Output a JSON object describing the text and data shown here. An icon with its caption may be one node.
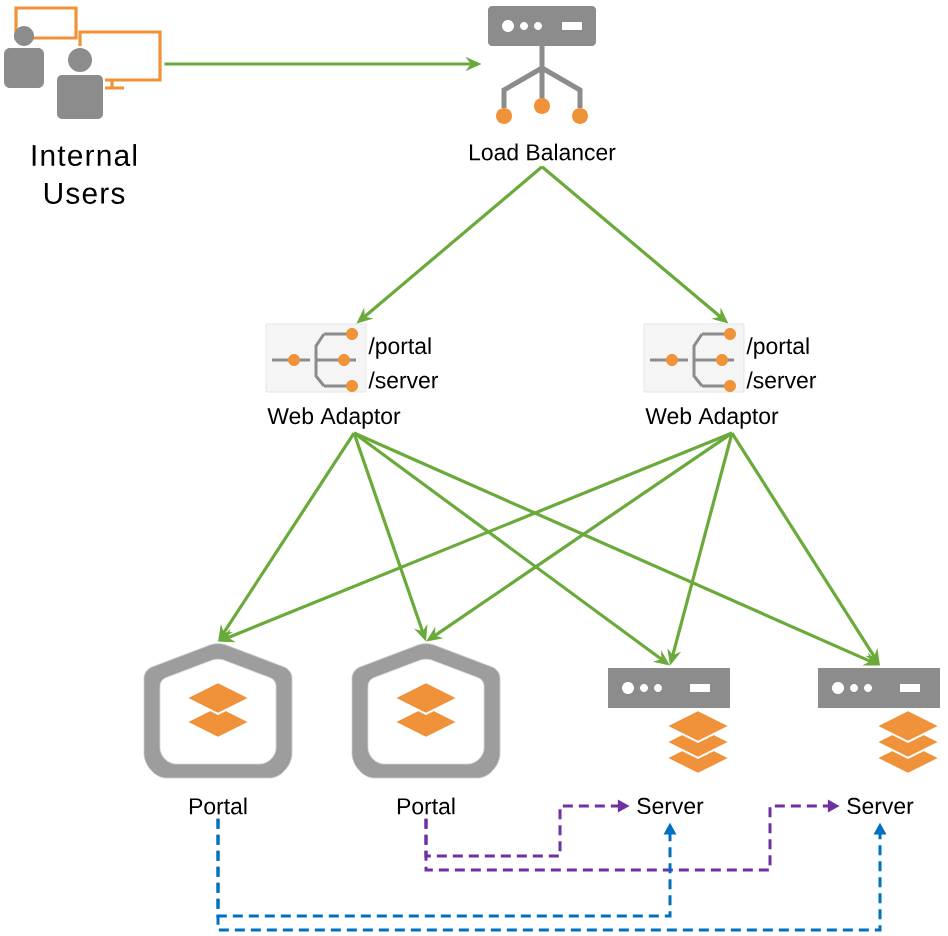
{
  "diagram": {
    "nodes": [
      {
        "text": [
          "Internal Users"
        ]
      },
      {
        "text": [
          "Load Balancer"
        ]
      },
      {
        "text": [
          "/portal",
          "/server",
          "Web Adaptor"
        ]
      },
      {
        "text": [
          "/portal",
          "/server",
          "Web Adaptor"
        ]
      },
      {
        "text": [
          "Portal"
        ]
      },
      {
        "text": [
          "Portal"
        ]
      },
      {
        "text": [
          "Server"
        ]
      },
      {
        "text": [
          "Server"
        ]
      }
    ],
    "edges": [
      {
        "from": 0,
        "to": 1,
        "arrow": "to"
      },
      {
        "from": 1,
        "to": 2,
        "arrow": "to"
      },
      {
        "from": 1,
        "to": 3,
        "arrow": "to"
      },
      {
        "from": 2,
        "to": 4,
        "arrow": "to"
      },
      {
        "from": 2,
        "to": 5,
        "arrow": "to"
      },
      {
        "from": 2,
        "to": 6,
        "arrow": "to"
      },
      {
        "from": 2,
        "to": 7,
        "arrow": "to"
      },
      {
        "from": 3,
        "to": 4,
        "arrow": "to"
      },
      {
        "from": 3,
        "to": 5,
        "arrow": "to"
      },
      {
        "from": 3,
        "to": 6,
        "arrow": "to"
      },
      {
        "from": 3,
        "to": 7,
        "arrow": "to"
      },
      {
        "from": 5,
        "to": 6,
        "arrow": "to",
        "style": "dashed",
        "color": "#7030a0"
      },
      {
        "from": 5,
        "to": 7,
        "arrow": "to",
        "style": "dashed",
        "color": "#7030a0"
      },
      {
        "from": 4,
        "to": 6,
        "arrow": "to",
        "style": "dashed",
        "color": "#0070c0"
      },
      {
        "from": 4,
        "to": 7,
        "arrow": "to",
        "style": "dashed",
        "color": "#0070c0"
      }
    ]
  }
}
